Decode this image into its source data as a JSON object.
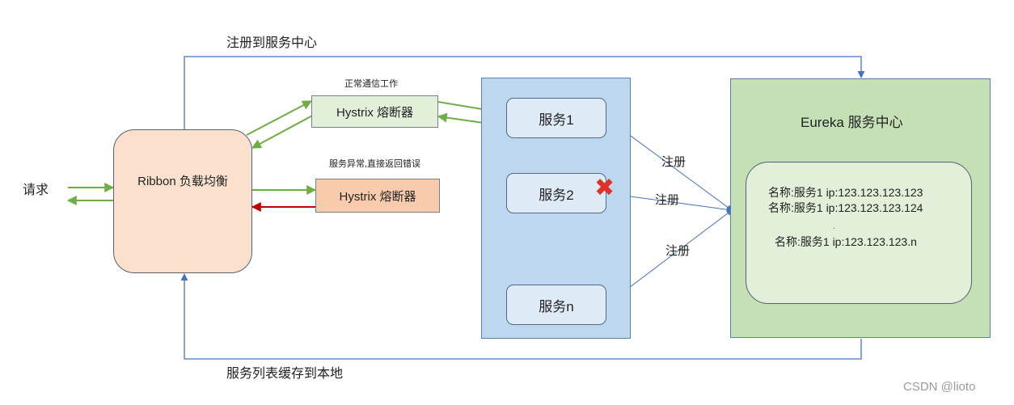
{
  "colors": {
    "connector_blue": "#4472c4",
    "ok_green": "#70ad47",
    "error_red": "#c00000",
    "cross_red": "#e0312a"
  },
  "labels": {
    "register_to_center": "注册到服务中心",
    "cache_service_list": "服务列表缓存到本地",
    "request": "请求",
    "normal_work": "正常通信工作",
    "error_return": "服务异常,直接返回错误",
    "register_1": "注册",
    "register_2": "注册",
    "register_3": "注册"
  },
  "nodes": {
    "ribbon": "Ribbon 负载均衡",
    "hystrix_ok": "Hystrix 熔断器",
    "hystrix_err": "Hystrix 熔断器",
    "service_1": "服务1",
    "service_2": "服务2",
    "service_n": "服务n",
    "eureka": "Eureka 服务中心"
  },
  "registry": {
    "entries": [
      "名称:服务1 ip:123.123.123.123",
      "名称:服务1 ip:123.123.123.124",
      "名称:服务1 ip:123.123.123.n"
    ],
    "ellipsis": "."
  },
  "service_2_status": "down",
  "cross_glyph": "✖",
  "watermark": "CSDN @lioto"
}
